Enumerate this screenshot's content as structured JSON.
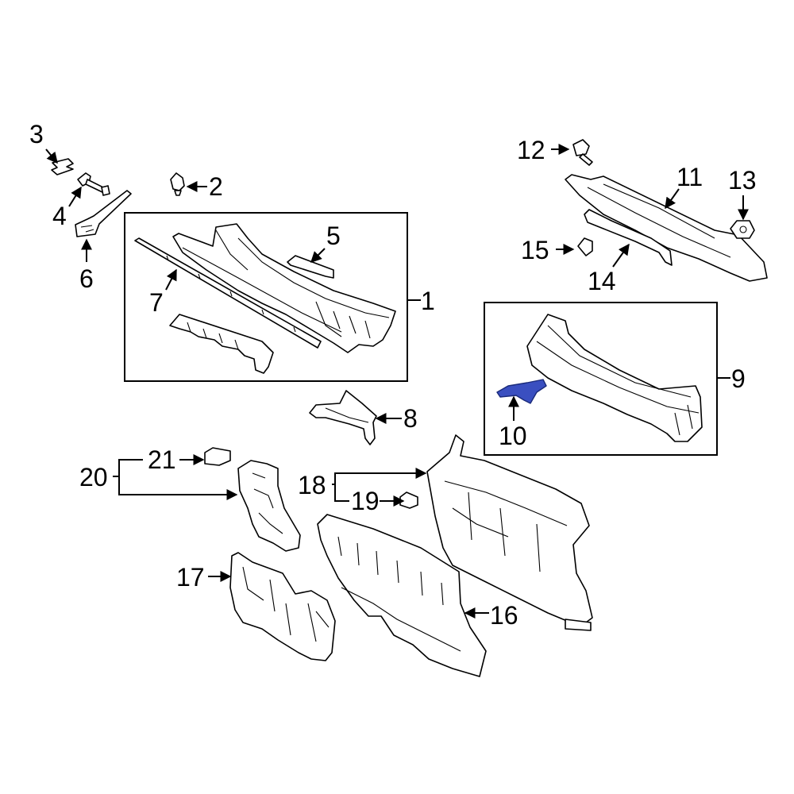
{
  "diagram": {
    "highlight_color": "#3a4fc0",
    "callouts": {
      "c1": "1",
      "c2": "2",
      "c3": "3",
      "c4": "4",
      "c5": "5",
      "c6": "6",
      "c7": "7",
      "c8": "8",
      "c9": "9",
      "c10": "10",
      "c11": "11",
      "c12": "12",
      "c13": "13",
      "c14": "14",
      "c15": "15",
      "c16": "16",
      "c17": "17",
      "c18": "18",
      "c19": "19",
      "c20": "20",
      "c21": "21"
    }
  }
}
